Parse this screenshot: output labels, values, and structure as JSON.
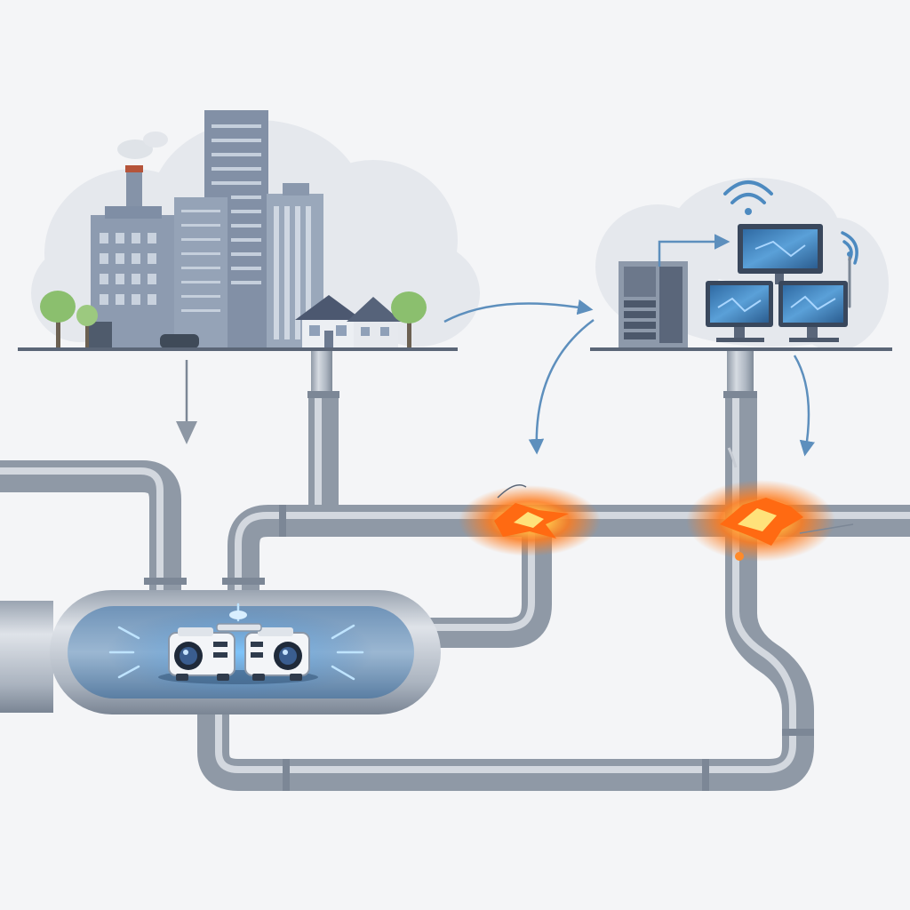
{
  "scene": {
    "kind": "illustration",
    "text": [],
    "colors": {
      "background": "#f4f5f7",
      "ground_line": "#5b6677",
      "pipe": "#a9b2be",
      "pipe_highlight": "#d4d9e0",
      "pipe_shadow": "#7c8796",
      "building": "#8d9bb0",
      "building_window": "#c9d2de",
      "house": "#e9ecf1",
      "roof": "#4c5870",
      "tree": "#8bbf6e",
      "cloud": "#e6e9ee",
      "flow_arrow": "#5d8fbd",
      "leak": "#ff7a1a",
      "leak_core": "#ffd25a",
      "robot_body": "#f3f5f8",
      "robot_glow": "#3da2ff",
      "monitor_screen": "#3f7fb8"
    },
    "icons": [
      "factory-smokestack-icon",
      "office-tower-icon",
      "house-icon",
      "tree-icon",
      "server-rack-icon",
      "monitor-icon",
      "wifi-signal-icon",
      "leak-burst-icon",
      "inspection-robot-icon",
      "camera-lens-icon",
      "flow-arrow-icon"
    ],
    "leak_count": 2,
    "robot_count": 2
  }
}
